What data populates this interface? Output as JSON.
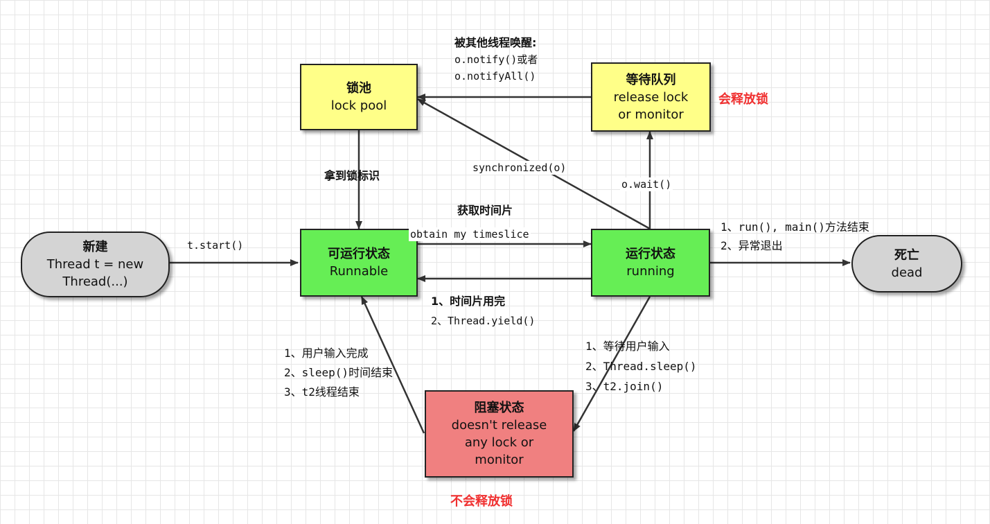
{
  "colors": {
    "lock_box": "#ffff88",
    "state_box": "#66ee55",
    "terminal_box": "#d4d4d4",
    "blocked_box": "#f08080",
    "warning_text": "#f03030",
    "arrow": "#333333"
  },
  "nodes": {
    "new": {
      "line1": "新建",
      "line2": "Thread t = new",
      "line3": "Thread(...)"
    },
    "lock_pool": {
      "line1": "锁池",
      "line2": "lock pool"
    },
    "wait_queue": {
      "line1": "等待队列",
      "line2": "release lock",
      "line3": "or monitor"
    },
    "runnable": {
      "line1": "可运行状态",
      "line2": "Runnable"
    },
    "running": {
      "line1": "运行状态",
      "line2": "running"
    },
    "dead": {
      "line1": "死亡",
      "line2": "dead"
    },
    "blocked": {
      "line1": "阻塞状态",
      "line2": "doesn't release",
      "line3": "any lock or",
      "line4": "monitor"
    }
  },
  "labels": {
    "notify": {
      "line1": "被其他线程唤醒:",
      "line2": "o.notify()或者",
      "line3": "o.notifyAll()"
    },
    "release_lock": "会释放锁",
    "get_lock_flag": "拿到锁标识",
    "synchronized": "synchronized(o)",
    "wait": "o.wait()",
    "timeslice": {
      "line1": "获取时间片",
      "line2": "obtain my timeslice"
    },
    "start": "t.start()",
    "end": {
      "line1": "1、run(), main()方法结束",
      "line2": "2、异常退出"
    },
    "yield": {
      "line1": "1、时间片用完",
      "line2": "2、Thread.yield()"
    },
    "unblock": {
      "line1": "1、用户输入完成",
      "line2": "2、sleep()时间结束",
      "line3": "3、t2线程结束"
    },
    "block": {
      "line1": "1、等待用户输入",
      "line2": "2、Thread.sleep()",
      "line3": "3、t2.join()"
    },
    "no_release_lock": "不会释放锁"
  }
}
